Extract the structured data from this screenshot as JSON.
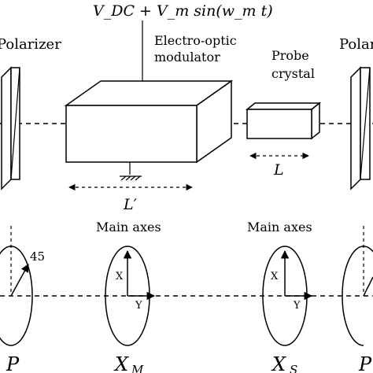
{
  "top": {
    "drive_signal": "V_DC + V_m sin(w_m t)",
    "labels": {
      "polarizer_left": "Polarizer",
      "modulator_line1": "Electro-optic",
      "modulator_line2": "modulator",
      "probe_line1": "Probe",
      "probe_line2": "crystal",
      "polarizer_right": "Polar"
    },
    "dimensions": {
      "modulator_length": "L′",
      "crystal_length": "L"
    }
  },
  "bottom": {
    "angle_label": "45",
    "main_axes_label": "Main axes",
    "axis_x": "X",
    "axis_y": "Y",
    "symbols": {
      "polarizer": "P",
      "modulator": "X",
      "modulator_sub": "M",
      "crystal": "X",
      "crystal_sub": "S",
      "analyzer": "P"
    }
  }
}
